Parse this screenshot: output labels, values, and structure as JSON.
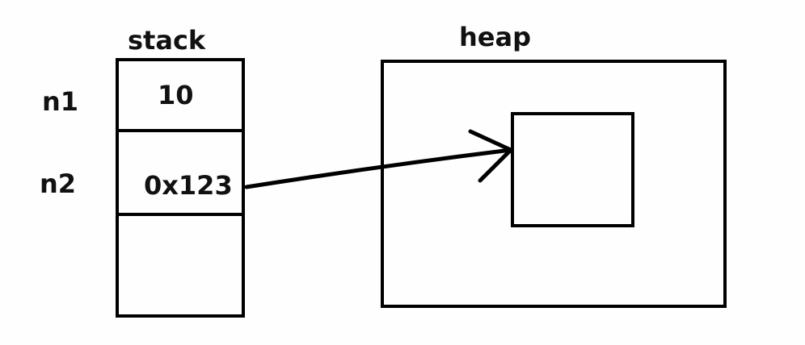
{
  "stack": {
    "title": "stack",
    "rows": [
      {
        "name": "n1",
        "value": "10"
      },
      {
        "name": "n2",
        "value": "0x123"
      },
      {
        "name": "",
        "value": ""
      }
    ]
  },
  "heap": {
    "title": "heap"
  },
  "colors": {
    "stroke": "#000000",
    "text": "#111111",
    "background": "#fefefe"
  }
}
